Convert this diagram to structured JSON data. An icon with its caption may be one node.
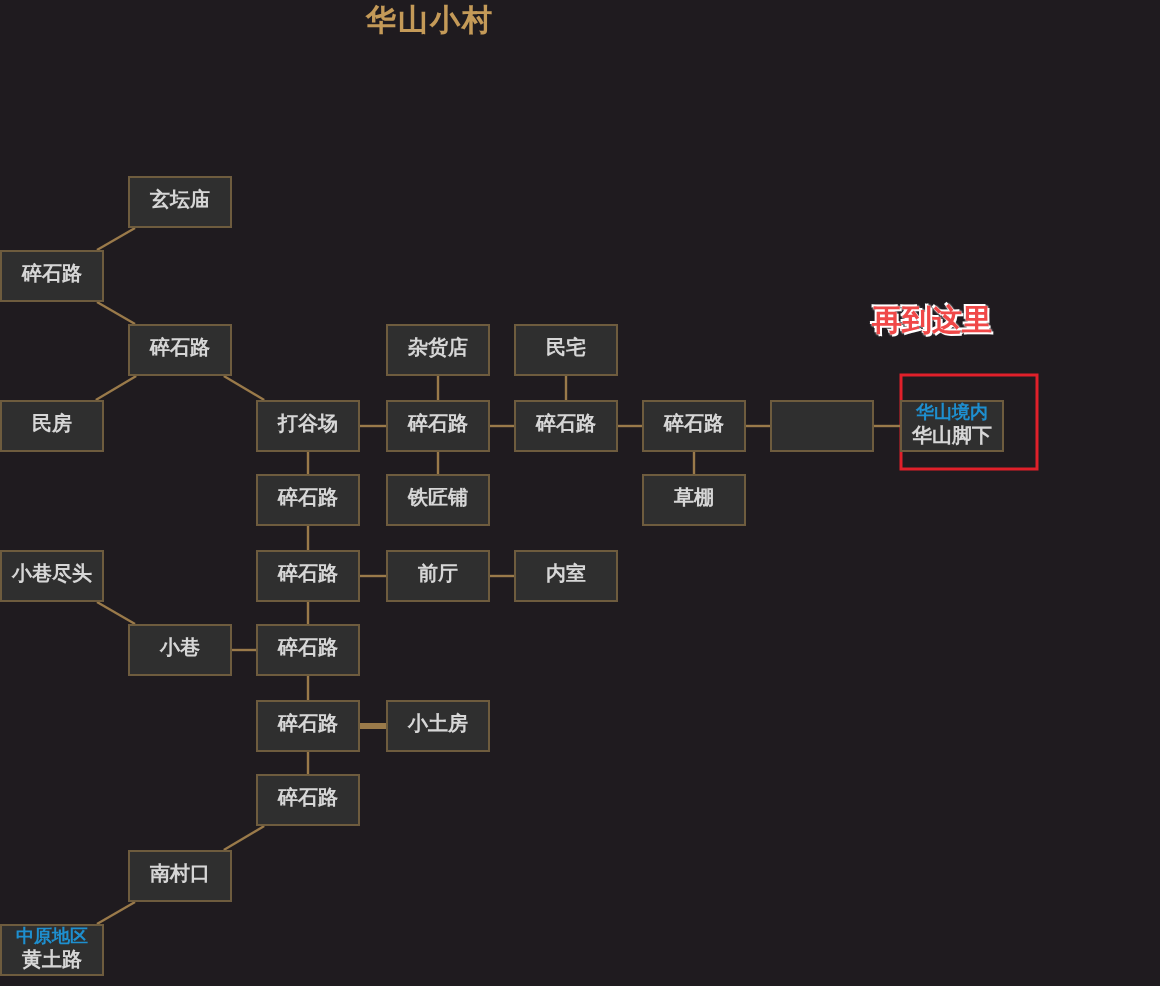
{
  "diagram": {
    "title": "华山小村",
    "nodes": [
      {
        "text": [
          "玄坛庙"
        ]
      },
      {
        "text": [
          "碎石路"
        ]
      },
      {
        "text": [
          "碎石路"
        ]
      },
      {
        "text": [
          "杂货店"
        ]
      },
      {
        "text": [
          "民宅"
        ]
      },
      {
        "text": [
          "民房"
        ]
      },
      {
        "text": [
          "打谷场"
        ]
      },
      {
        "text": [
          "碎石路"
        ]
      },
      {
        "text": [
          "碎石路"
        ]
      },
      {
        "text": [
          "碎石路"
        ]
      },
      {
        "text": [],
        "shape": "box"
      },
      {
        "text": [
          "华山境内",
          "华山脚下"
        ]
      },
      {
        "text": [
          "碎石路"
        ]
      },
      {
        "text": [
          "铁匠铺"
        ]
      },
      {
        "text": [
          "草棚"
        ]
      },
      {
        "text": [
          "小巷尽头"
        ]
      },
      {
        "text": [
          "碎石路"
        ]
      },
      {
        "text": [
          "前厅"
        ]
      },
      {
        "text": [
          "内室"
        ]
      },
      {
        "text": [
          "小巷"
        ]
      },
      {
        "text": [
          "碎石路"
        ]
      },
      {
        "text": [
          "碎石路"
        ]
      },
      {
        "text": [
          "小土房"
        ]
      },
      {
        "text": [
          "碎石路"
        ]
      },
      {
        "text": [
          "南村口"
        ]
      },
      {
        "text": [
          "中原地区",
          "黄土路"
        ]
      }
    ],
    "edges": [
      {
        "from": 1,
        "to": 0,
        "arrow": "none"
      },
      {
        "from": 1,
        "to": 2,
        "arrow": "none"
      },
      {
        "from": 5,
        "to": 2,
        "arrow": "none"
      },
      {
        "from": 2,
        "to": 6,
        "arrow": "none"
      },
      {
        "from": 6,
        "to": 7,
        "arrow": "none"
      },
      {
        "from": 3,
        "to": 7,
        "arrow": "none"
      },
      {
        "from": 7,
        "to": 8,
        "arrow": "none"
      },
      {
        "from": 4,
        "to": 8,
        "arrow": "none"
      },
      {
        "from": 8,
        "to": 9,
        "arrow": "none"
      },
      {
        "from": 9,
        "to": 10,
        "arrow": "none"
      },
      {
        "from": 10,
        "to": 11,
        "arrow": "none"
      },
      {
        "from": 7,
        "to": 13,
        "arrow": "none"
      },
      {
        "from": 9,
        "to": 14,
        "arrow": "none"
      },
      {
        "from": 6,
        "to": 12,
        "arrow": "none"
      },
      {
        "from": 12,
        "to": 16,
        "arrow": "none"
      },
      {
        "from": 16,
        "to": 17,
        "arrow": "none"
      },
      {
        "from": 17,
        "to": 18,
        "arrow": "none"
      },
      {
        "from": 15,
        "to": 19,
        "arrow": "none"
      },
      {
        "from": 19,
        "to": 20,
        "arrow": "none"
      },
      {
        "from": 16,
        "to": 20,
        "arrow": "none"
      },
      {
        "from": 20,
        "to": 21,
        "arrow": "none"
      },
      {
        "from": 21,
        "to": 22,
        "arrow": "none",
        "style": "thick"
      },
      {
        "from": 21,
        "to": 23,
        "arrow": "none"
      },
      {
        "from": 23,
        "to": 24,
        "arrow": "none"
      },
      {
        "from": 24,
        "to": 25,
        "arrow": "none"
      }
    ],
    "labels": [
      "再到这里"
    ]
  }
}
